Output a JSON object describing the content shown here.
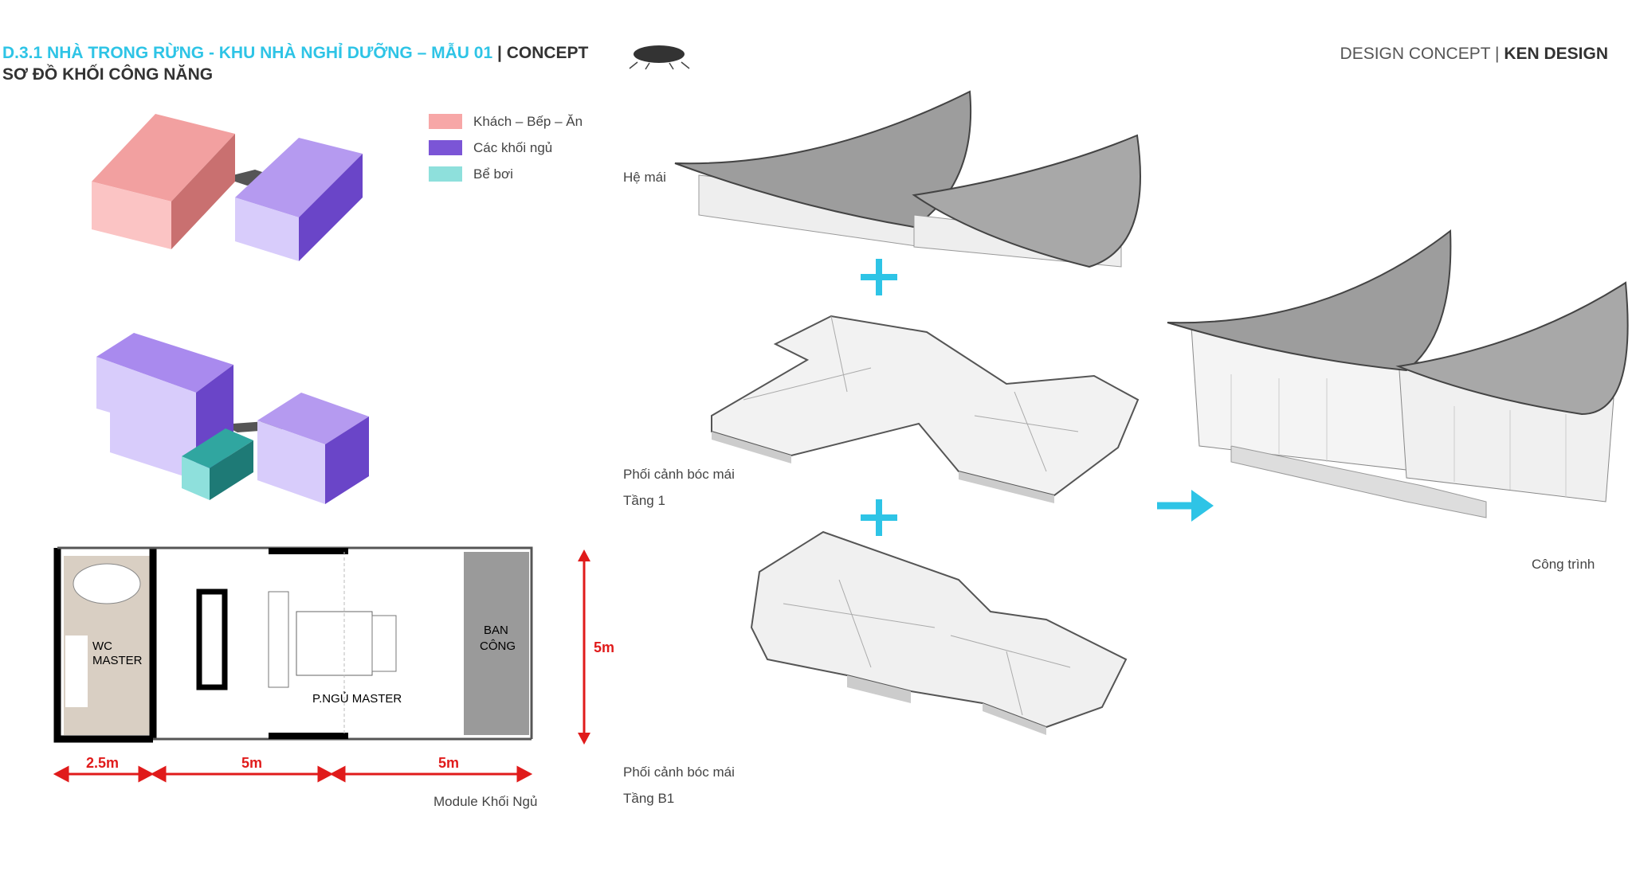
{
  "header": {
    "title_main": "D.3.1 NHÀ TRONG RỪNG - KHU NHÀ NGHỈ DƯỠNG – MẪU 01",
    "title_sep": " | ",
    "title_tag": "CONCEPT",
    "subtitle": "SƠ ĐỒ KHỐI CÔNG NĂNG",
    "right_left": "DESIGN CONCEPT | ",
    "right_brand": "KEN DESIGN"
  },
  "legend": [
    {
      "label": "Khách – Bếp – Ăn",
      "color": "#f7a7a7"
    },
    {
      "label": "Các khối ngủ",
      "color": "#7b55d6"
    },
    {
      "label": "Bể bơi",
      "color": "#8ee0dc"
    }
  ],
  "colors": {
    "accent": "#2ec4e6",
    "dimension": "#e01b1b"
  },
  "floorplan": {
    "wc": "WC",
    "wc2": "MASTER",
    "bedroom": "P.NGỦ MASTER",
    "balcony1": "BAN",
    "balcony2": "CÔNG",
    "dim1": "2.5m",
    "dim2": "5m",
    "dim3": "5m",
    "height": "5m",
    "caption": "Module Khối Ngủ"
  },
  "labels": {
    "roof": "Hệ mái",
    "f1_a": "Phối cảnh bóc mái",
    "f1_b": "Tầng 1",
    "b1_a": "Phối cảnh bóc mái",
    "b1_b": "Tầng B1",
    "building": "Công trình"
  }
}
